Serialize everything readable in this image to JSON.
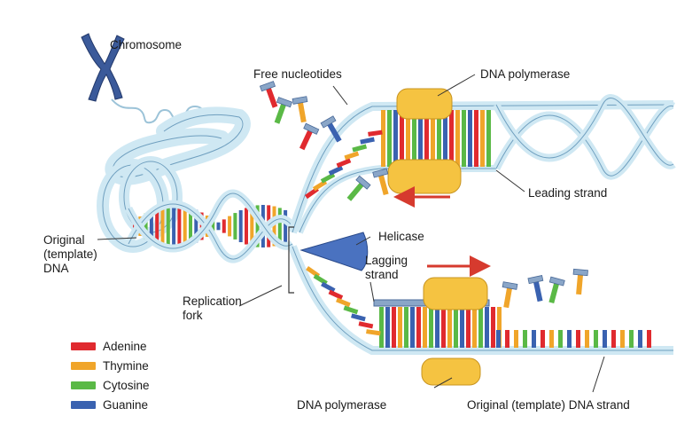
{
  "labels": {
    "chromosome": "Chromosome",
    "free_nucleotides": "Free nucleotides",
    "dna_polymerase_top": "DNA polymerase",
    "leading_strand": "Leading strand",
    "helicase": "Helicase",
    "lagging_strand": "Lagging\nstrand",
    "original_template_dna": "Original\n(template)\nDNA",
    "replication_fork": "Replication\nfork",
    "dna_polymerase_bottom": "DNA polymerase",
    "original_template_dna_strand": "Original (template) DNA strand"
  },
  "legend": [
    {
      "name": "Adenine",
      "color": "#e02a2f"
    },
    {
      "name": "Thymine",
      "color": "#f0a52a"
    },
    {
      "name": "Cytosine",
      "color": "#5ab946"
    },
    {
      "name": "Guanine",
      "color": "#3a62b0"
    }
  ],
  "colors": {
    "backbone": "#cfe8f3",
    "backbone_edge": "#6f9fbf",
    "polymerase": "#f5c341",
    "helicase": "#4a72c0",
    "arrow": "#d63a2e",
    "chromosome": "#3b5a9a",
    "leader_line": "#333333"
  }
}
